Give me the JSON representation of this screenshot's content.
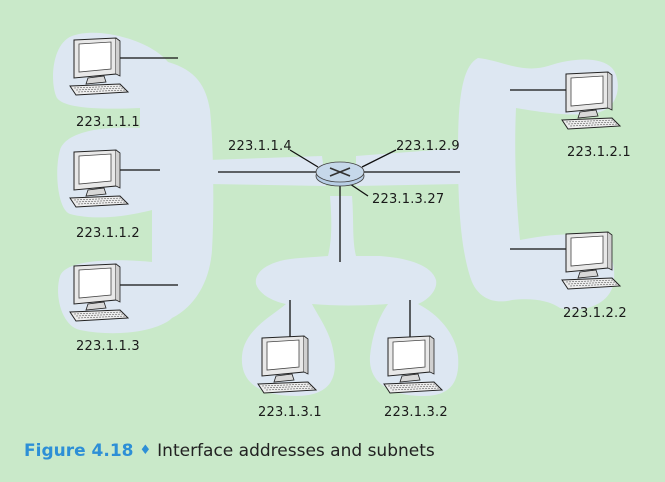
{
  "host_labels": {
    "h1": "223.1.1.1",
    "h2": "223.1.1.2",
    "h3": "223.1.1.3",
    "h4": "223.1.2.1",
    "h5": "223.1.2.2",
    "h6": "223.1.3.1",
    "h7": "223.1.3.2"
  },
  "router_labels": {
    "if1": "223.1.1.4",
    "if2": "223.1.2.9",
    "if3": "223.1.3.27"
  },
  "caption": {
    "figure": "Figure 4.18",
    "separator": "♦",
    "text": "Interface addresses and subnets"
  },
  "colors": {
    "background": "#c9e9c9",
    "subnet_fill": "#dde7f2",
    "router_fill": "#c6d8ea",
    "caption_accent": "#2d8fd6"
  }
}
